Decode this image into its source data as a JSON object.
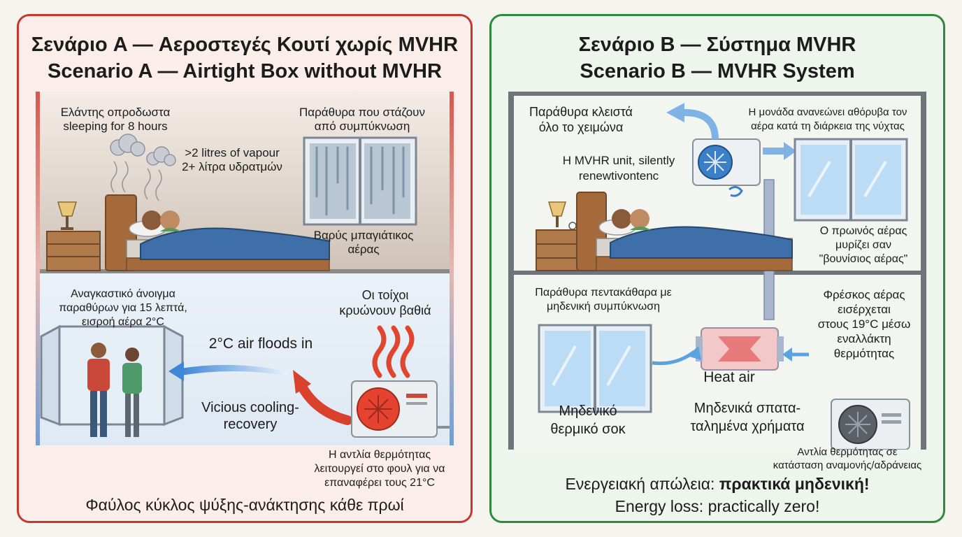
{
  "scenario_a": {
    "title_el": "Σενάριο A — Αεροστεγές Κουτί χωρίς MVHR",
    "title_en": "Scenario A — Airtight Box without MVHR",
    "sleepers_label_line1": "Ελάντης οπροδωστα",
    "sleepers_label_line2": "sleeping for 8 hours",
    "vapour_line1": ">2 litres of vapour",
    "vapour_line2": "2+ λίτρα υδρατμών",
    "windows_label_line1": "Παράθυρα που στάζουν",
    "windows_label_line2": "από συμπύκνωση",
    "heavy_air_line1": "Βαρύς μπαγιάτικος",
    "heavy_air_line2": "αέρας",
    "forced_open_line1": "Αναγκαστικό άνοιγμα",
    "forced_open_line2": "παραθύρων για 15 λεπτά,",
    "forced_open_line3": "εισροή αέρα 2°C",
    "walls_cool_line1": "Οι τοίχοι",
    "walls_cool_line2": "κρυώνουν βαθιά",
    "air_floods": "2°C air floods in",
    "vicious_line1": "Vicious cooling-",
    "vicious_line2": "recovery",
    "pump_line1": "Η αντλία θερμότητας",
    "pump_line2": "λειτουργεί στο φουλ για να",
    "pump_line3": "επαναφέρει τους 21°C",
    "footer": "Φαύλος κύκλος ψύξης-ανάκτησης κάθε πρωί"
  },
  "scenario_b": {
    "title_el": "Σενάριο B — Σύστημα MVHR",
    "title_en": "Scenario B — MVHR System",
    "windows_closed_line1": "Παράθυρα κλειστά",
    "windows_closed_line2": "όλο το χειμώνα",
    "unit_renews_line1": "Η μονάδα ανανεώνει αθόρυβα τον",
    "unit_renews_line2": "αέρα κατά τη διάρκεια της νύχτας",
    "mvhr_unit_line1": "H MVHR unit, silently",
    "mvhr_unit_line2": "renewtivontenc",
    "morning_air_line1": "Ο πρωινός αέρας",
    "morning_air_line2": "μυρίζει σαν",
    "morning_air_line3": "\"βουνίσιος αέρας\"",
    "clean_windows_line1": "Παράθυρα πεντακάθαρα με",
    "clean_windows_line2": "μηδενική συμπύκνωση",
    "fresh_air_line1": "Φρέσκος αέρας",
    "fresh_air_line2": "εισέρχεται",
    "fresh_air_line3": "στους 19°C μέσω",
    "fresh_air_line4": "εναλλάκτη",
    "fresh_air_line5": "θερμότητας",
    "heat_air": "Heat air",
    "zero_shock_line1": "Μηδενικό",
    "zero_shock_line2": "θερμικό σοκ",
    "zero_money_line1": "Μηδενικά σπατα-",
    "zero_money_line2": "ταλημένα χρήματα",
    "pump_standby_line1": "Αντλία θερμότητας σε",
    "pump_standby_line2": "κατάσταση αναμονής/αδράνειας",
    "footer_el_prefix": "Ενεργειακή απώλεια: ",
    "footer_el_bold": "πρακτικά μηδενική!",
    "footer_en": "Energy loss: practically zero!"
  },
  "colors": {
    "red_border": "#c8372d",
    "green_border": "#2f8a3c",
    "cold_blue": "#4a90d9",
    "warm_red": "#d9412d"
  }
}
